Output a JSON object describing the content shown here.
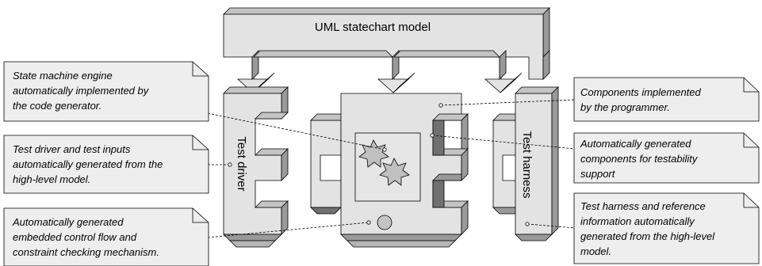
{
  "model_title": "UML statechart model",
  "test_driver_label": "Test driver",
  "test_harness_label": "Test harness",
  "notes": {
    "state_machine": [
      "State machine engine",
      "automatically implemented by",
      "the code generator."
    ],
    "test_driver": [
      "Test driver and test inputs",
      "automatically generated from the",
      "high-level model."
    ],
    "control_flow": [
      "Automatically generated",
      "embedded control flow and",
      "constraint checking mechanism."
    ],
    "components": [
      "Components implemented",
      "by the programmer."
    ],
    "testability": [
      "Automatically generated",
      "components for testability",
      "support"
    ],
    "harness": [
      "Test harness and reference",
      "information automatically",
      "generated from the high-level",
      "model."
    ]
  },
  "colors": {
    "face": "#e3e3e3",
    "side": "#9a9a9a",
    "top": "#c4c4c4",
    "stroke": "#000000",
    "note": "#eeeeee"
  }
}
